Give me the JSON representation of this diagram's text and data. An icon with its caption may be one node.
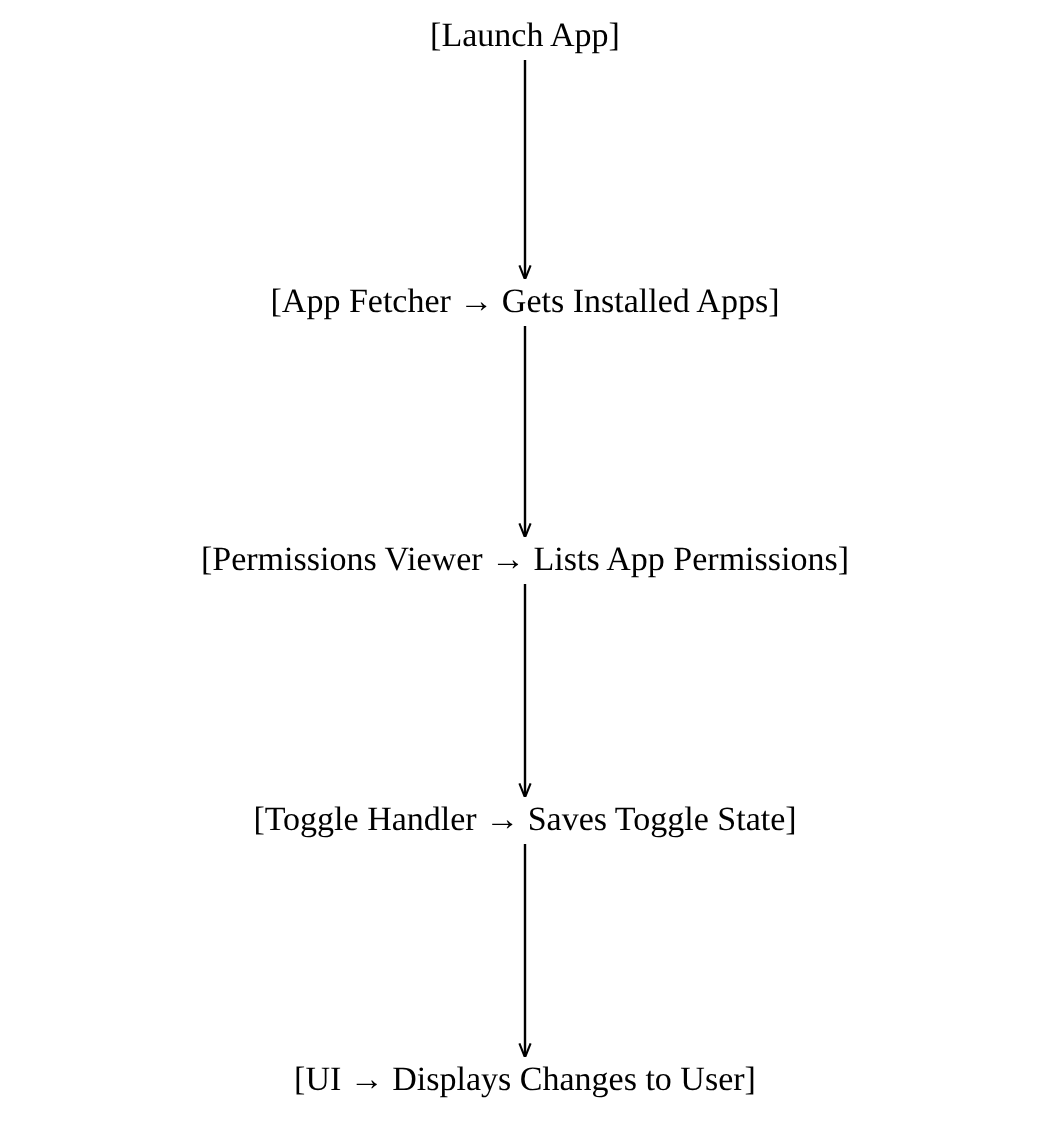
{
  "diagram": {
    "nodes": [
      {
        "text": [
          "[Launch App]"
        ]
      },
      {
        "text": [
          "[App Fetcher → Gets Installed Apps]"
        ]
      },
      {
        "text": [
          "[Permissions Viewer → Lists App Permissions]"
        ]
      },
      {
        "text": [
          "[Toggle Handler → Saves Toggle State]"
        ]
      },
      {
        "text": [
          "[UI → Displays Changes to User]"
        ]
      }
    ],
    "edges": [
      {
        "from": 0,
        "to": 1,
        "arrow": "to"
      },
      {
        "from": 1,
        "to": 2,
        "arrow": "to"
      },
      {
        "from": 2,
        "to": 3,
        "arrow": "to"
      },
      {
        "from": 3,
        "to": 4,
        "arrow": "to"
      }
    ]
  }
}
